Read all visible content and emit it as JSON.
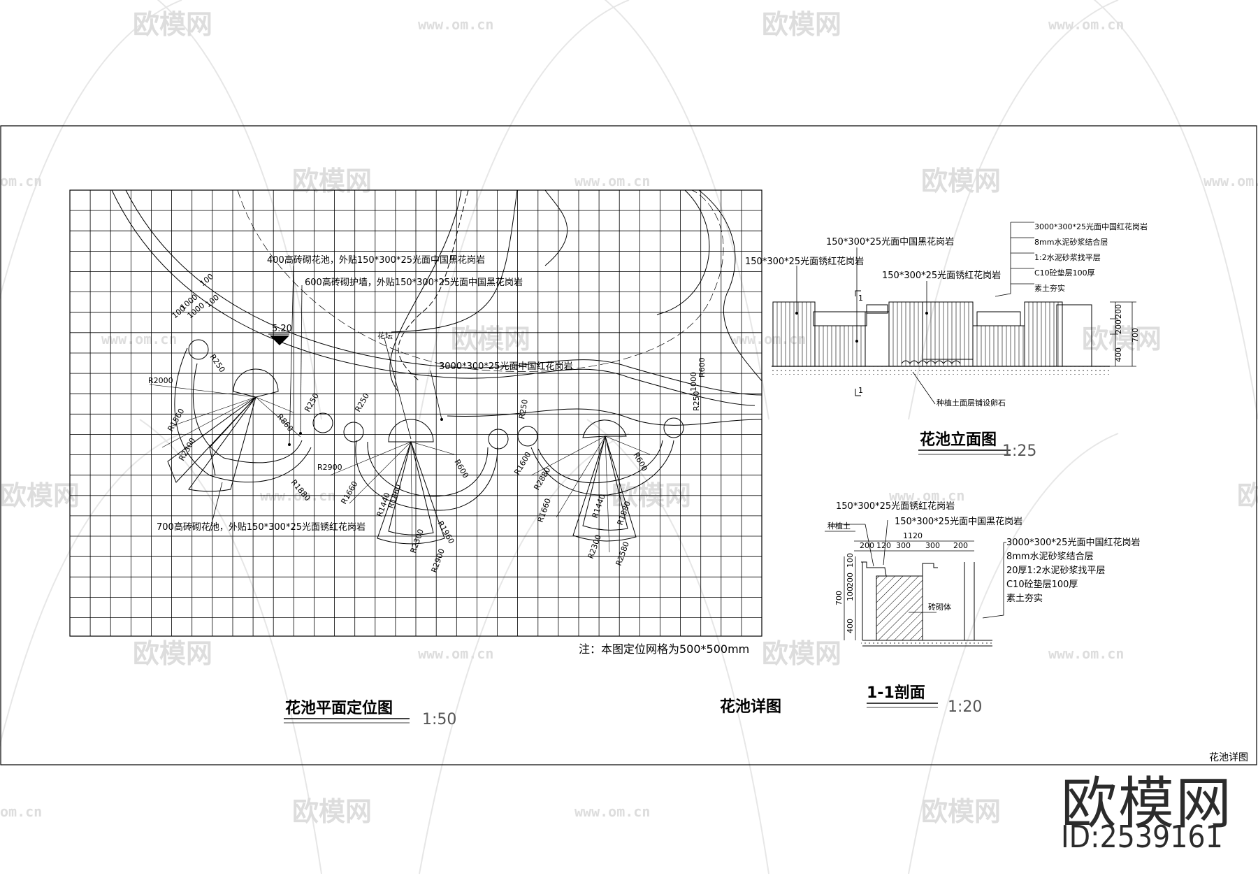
{
  "watermark": {
    "brand": "欧模网",
    "url": "www.om.cn",
    "partial_url": "om.cn",
    "partial_brand": "欧模网"
  },
  "plan": {
    "title": "花池平面定位图",
    "scale": "1:50",
    "note": "注：本图定位网格为500*500mm",
    "level_mark": "5.20",
    "labels": {
      "l1": "400高砖砌花池，外贴150*300*25光面中国黑花岗岩",
      "l2": "600高砖砌护墙，外贴150*300*25光面中国黑花岗岩",
      "l3": "3000*300*25光面中国红花岗岩",
      "l4": "700高砖砌花池，外贴150*300*25光面锈红花岗岩",
      "l5": "花坛"
    },
    "dims": [
      "1000",
      "100",
      "100",
      "1000",
      "100",
      "R250",
      "R2000",
      "R1560",
      "R860",
      "R1880",
      "R2300",
      "R250",
      "R250",
      "R2900",
      "R1660",
      "R1440",
      "R1860",
      "R2300",
      "R1960",
      "R600",
      "R2900",
      "R250",
      "R1600",
      "R1660",
      "R2880",
      "R2300",
      "R1440",
      "R1880",
      "R2580",
      "R600",
      "R250",
      "R600",
      "1000"
    ]
  },
  "elevation": {
    "title": "花池立面图",
    "scale": "1:25",
    "section_mark": "1",
    "labels": {
      "a": "150*300*25光面锈红花岗岩",
      "b": "150*300*25光面中国黑花岗岩",
      "c": "150*300*25光面锈红花岗岩",
      "d": "种植土面层铺设卵石",
      "s1": "3000*300*25光面中国红花岗岩",
      "s2": "8mm水泥砂浆结合层",
      "s3": "1:2水泥砂浆找平层",
      "s4": "C10砼垫层100厚",
      "s5": "素土夯实"
    },
    "dims": [
      "200",
      "200",
      "400",
      "700"
    ]
  },
  "section": {
    "title": "1-1剖面",
    "scale": "1:20",
    "labels": {
      "a": "150*300*25光面锈红花岗岩",
      "b": "150*300*25光面中国黑花岗岩",
      "c": "种植土",
      "d": "砖砌体",
      "s1": "3000*300*25光面中国红花岗岩",
      "s2": "8mm水泥砂浆结合层",
      "s3": "20厚1:2水泥砂浆找平层",
      "s4": "C10砼垫层100厚",
      "s5": "素土夯实"
    },
    "dims_top": [
      "1120",
      "200",
      "120",
      "300",
      "300",
      "200"
    ],
    "dims_left": [
      "100",
      "200",
      "100",
      "400",
      "700"
    ]
  },
  "detail_title": "花池详图",
  "frame_label": "花池详图",
  "brand_logo": "欧模网",
  "id_text": "ID:2539161"
}
